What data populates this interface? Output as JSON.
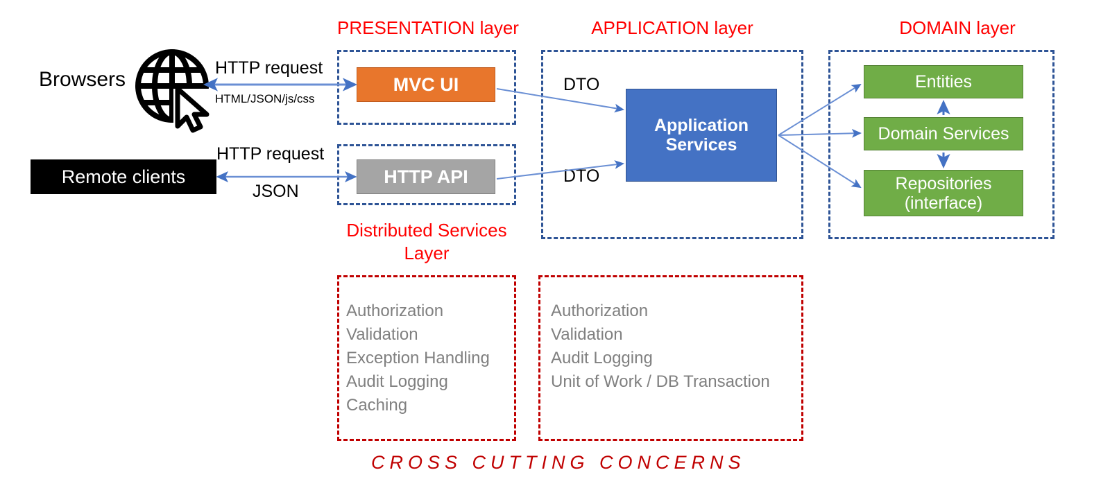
{
  "diagram": {
    "title_presentation": "PRESENTATION layer",
    "title_application": "APPLICATION layer",
    "title_domain": "DOMAIN layer",
    "title_distributed_line1": "Distributed Services",
    "title_distributed_line2": "Layer",
    "cross_cutting_footer": "CROSS CUTTING CONCERNS"
  },
  "actors": {
    "browsers_label": "Browsers",
    "globe_icon": "globe-cursor-icon",
    "remote_clients_label": "Remote clients"
  },
  "presentation": {
    "mvc_ui_label": "MVC UI",
    "http_api_label": "HTTP API"
  },
  "application": {
    "app_services_line1": "Application",
    "app_services_line2": "Services"
  },
  "domain": {
    "entities_label": "Entities",
    "domain_services_label": "Domain Services",
    "repositories_line1": "Repositories",
    "repositories_line2": "(interface)"
  },
  "edges": {
    "browser_request": "HTTP request",
    "browser_response": "HTML/JSON/js/css",
    "remote_request": "HTTP request",
    "remote_response": "JSON",
    "dto_top": "DTO",
    "dto_bottom": "DTO"
  },
  "cross_cutting": {
    "presentation_concerns": [
      "Authorization",
      "Validation",
      "Exception Handling",
      "Audit Logging",
      "Caching"
    ],
    "application_concerns": [
      "Authorization",
      "Validation",
      "Audit Logging",
      "Unit of Work / DB Transaction"
    ]
  },
  "colors": {
    "layer_title": "#FF0000",
    "cross_cutting": "#C00000",
    "mvc_ui": "#E8762C",
    "http_api": "#A5A5A5",
    "app_services": "#4472C4",
    "domain_boxes": "#70AD47",
    "remote_clients": "#000000",
    "dashed_blue": "#2E5496",
    "arrow_blue": "#4472C4",
    "concern_text": "#808080"
  }
}
